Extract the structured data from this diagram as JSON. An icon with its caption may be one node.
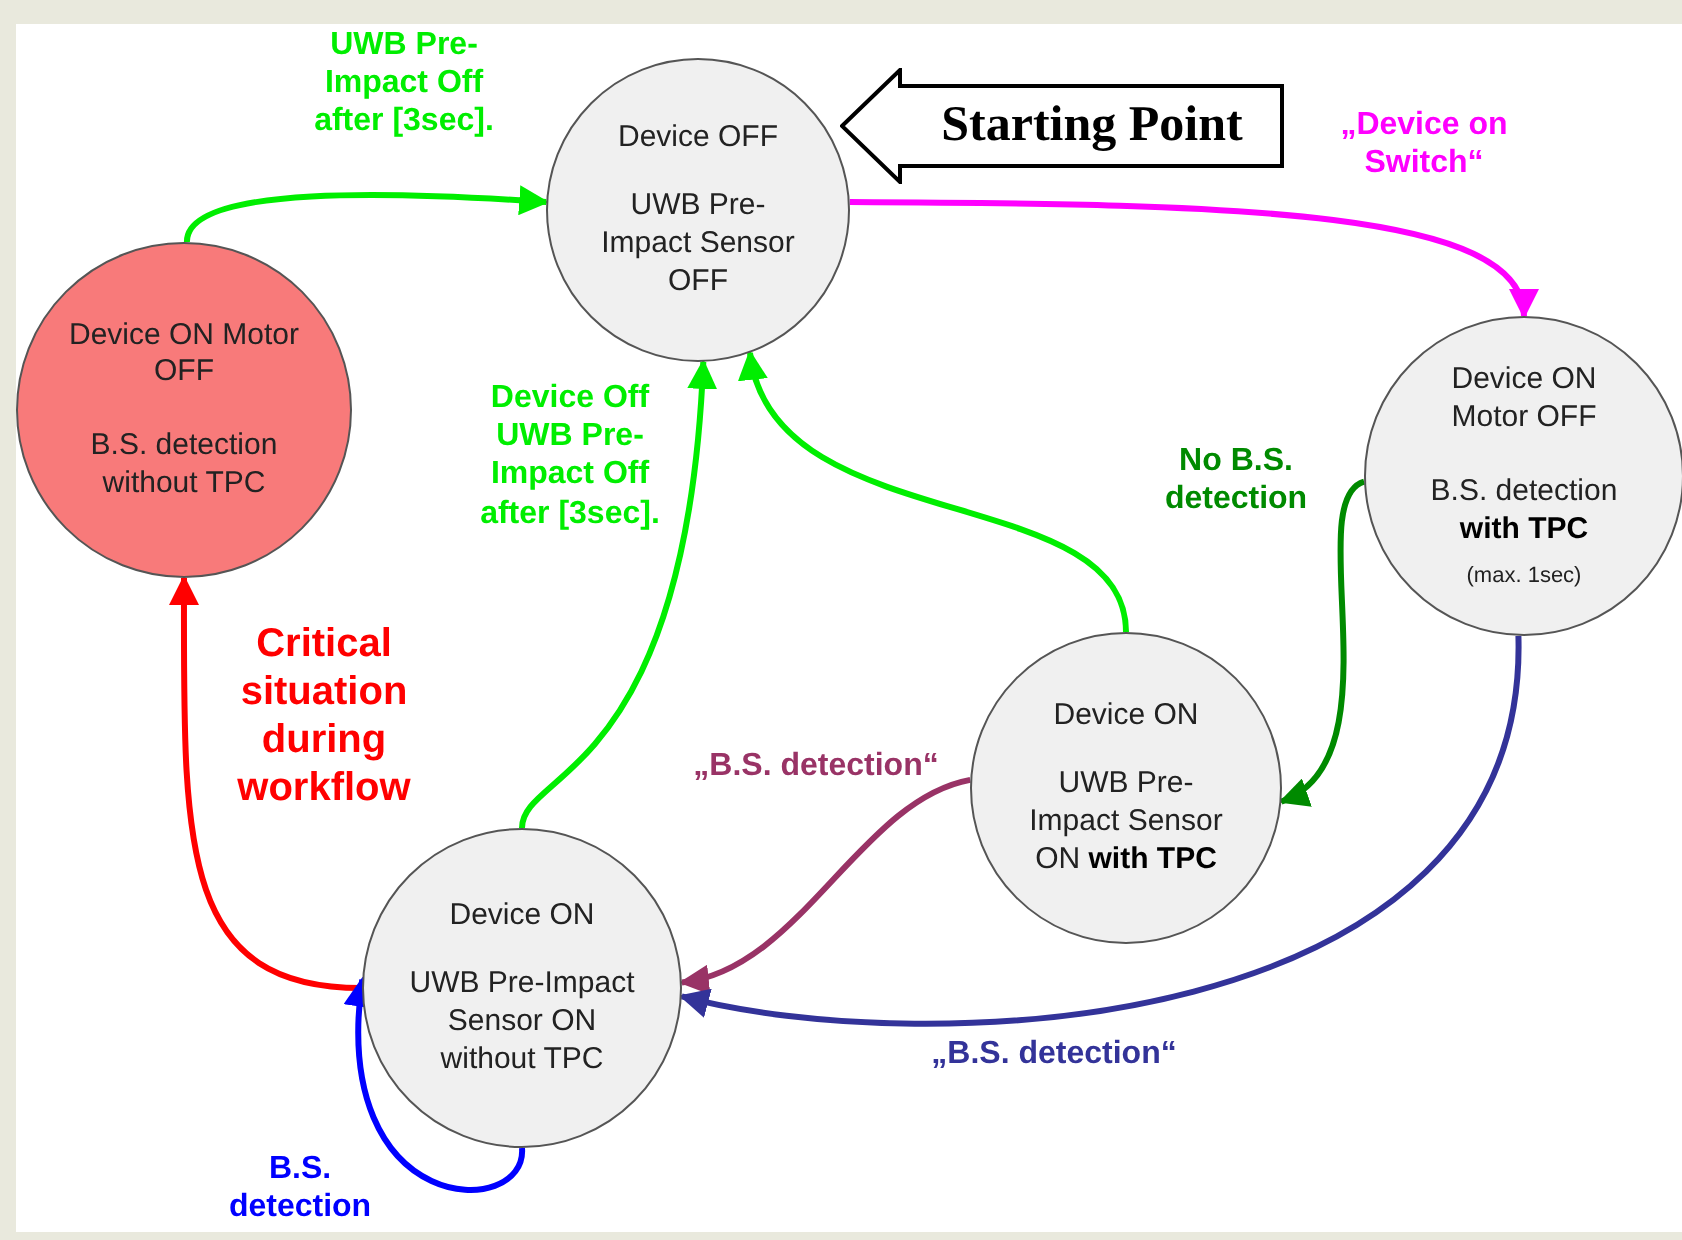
{
  "diagram": {
    "nodes": [
      {
        "text": [
          "Device OFF",
          "UWB Pre-Impact Sensor OFF"
        ]
      },
      {
        "text": [
          "Starting Point"
        ]
      },
      {
        "text": [
          "Device ON Motor OFF",
          "B.S. detection without TPC"
        ]
      },
      {
        "text": [
          "Device ON Motor OFF",
          "B.S. detection **with TPC**",
          "(max. 1sec)"
        ]
      },
      {
        "text": [
          "Device ON",
          "UWB Pre-Impact Sensor ON **with TPC**"
        ]
      },
      {
        "text": [
          "Device ON",
          "UWB Pre-Impact Sensor ON without TPC"
        ]
      }
    ],
    "edges": [
      {
        "from": 2,
        "to": 0,
        "arrow": "to",
        "label": "UWB Pre- Impact Off after [3sec]."
      },
      {
        "from": 0,
        "to": 3,
        "arrow": "to",
        "label": "„Device on Switch“",
        "color": "#ff00ff"
      },
      {
        "from": 3,
        "to": 4,
        "arrow": "to",
        "label": "No B.S. detection",
        "color": "#008a00"
      },
      {
        "from": 5,
        "to": 0,
        "arrow": "to",
        "label": "Device Off UWB Pre- Impact Off after [3sec]."
      },
      {
        "from": 4,
        "to": 0,
        "arrow": "to"
      },
      {
        "from": 4,
        "to": 5,
        "arrow": "to",
        "label": "„B.S. detection“",
        "color": "#993366"
      },
      {
        "from": 3,
        "to": 5,
        "arrow": "to",
        "label": "„B.S. detection“",
        "color": "#333399"
      },
      {
        "from": 5,
        "to": 2,
        "arrow": "to",
        "label": "Critical situation during workflow",
        "color": "#ff0000"
      },
      {
        "from": 5,
        "to": 5,
        "arrow": "to",
        "label": "B.S. detection",
        "color": "#0000ff"
      }
    ]
  }
}
